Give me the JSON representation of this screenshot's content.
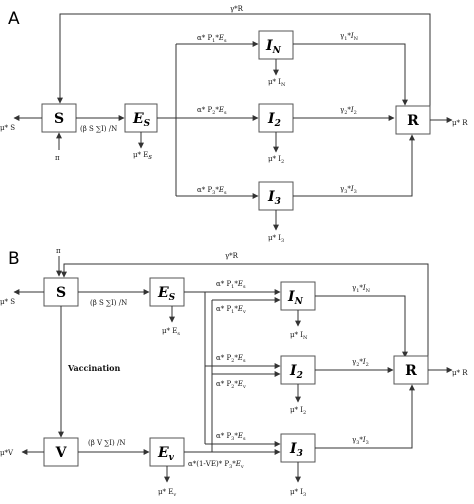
{
  "panel_a": {
    "letter": "A",
    "nodes": {
      "s": "S",
      "es": "E",
      "es_sub": "S",
      "in": "I",
      "in_sub": "N",
      "i2": "I",
      "i2_sub": "2",
      "i3": "I",
      "i3_sub": "3",
      "r": "R"
    },
    "labels": {
      "gamma_r": "γ*R",
      "mu_s": "μ* S",
      "pi": "π",
      "force": "(β S ∑I) /N",
      "mu_es": "μ* E",
      "a_p1": "α* P",
      "a_p2": "α* P",
      "a_p3": "α* P",
      "mu_in": "μ* I",
      "mu_i2": "μ* I",
      "mu_i3": "μ* I",
      "g1": "γ",
      "g2": "γ",
      "g3": "γ",
      "mu_r": "μ* R"
    }
  },
  "panel_b": {
    "letter": "B",
    "nodes": {
      "s": "S",
      "es": "E",
      "es_sub": "S",
      "v": "V",
      "ev": "E",
      "ev_sub": "v",
      "in": "I",
      "in_sub": "N",
      "i2": "I",
      "i2_sub": "2",
      "i3": "I",
      "i3_sub": "3",
      "r": "R"
    },
    "labels": {
      "pi": "π",
      "gamma_r": "γ*R",
      "mu_s": "μ* S",
      "force_s": "(β S ∑I) /N",
      "vaccination": "Vaccination",
      "mu_v": "μ*V",
      "force_v": "(β V ∑I) /N",
      "mu_es": "μ* E",
      "mu_ev": "μ* E",
      "a_p1_es": "α* P",
      "a_p1_ev": "α* P",
      "a_p2_es": "α* P",
      "a_p2_ev": "α* P",
      "a_p3_es": "α* P",
      "a_p3_ev": "α*(1-VE)* P",
      "mu_in": "μ* I",
      "mu_i2": "μ* I",
      "mu_i3": "μ* I",
      "g1": "γ",
      "g2": "γ",
      "g3": "γ",
      "mu_r": "μ* R"
    }
  }
}
